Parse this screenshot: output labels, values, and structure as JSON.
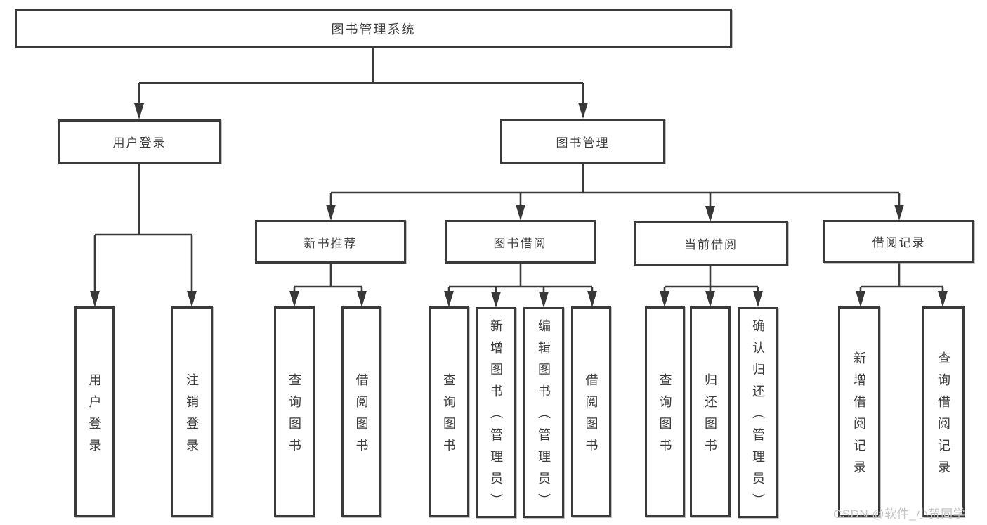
{
  "diagram": {
    "colors": {
      "line": "#3a3a3a",
      "box_border": "#3a3a3a",
      "text": "#3d3d3d",
      "background": "#ffffff",
      "watermark_color": "#c4c4c4"
    },
    "root": {
      "label": "图书管理系统"
    },
    "branches": [
      {
        "label": "用户登录",
        "children": [
          {
            "label": "用户登录"
          },
          {
            "label": "注销登录"
          }
        ]
      },
      {
        "label": "图书管理",
        "children": [
          {
            "label": "新书推荐",
            "children": [
              {
                "label": "查询图书"
              },
              {
                "label": "借阅图书"
              }
            ]
          },
          {
            "label": "图书借阅",
            "children": [
              {
                "label": "查询图书"
              },
              {
                "label": "新增图书（管理员）"
              },
              {
                "label": "编辑图书（管理员）"
              },
              {
                "label": "借阅图书"
              }
            ]
          },
          {
            "label": "当前借阅",
            "children": [
              {
                "label": "查询图书"
              },
              {
                "label": "归还图书"
              },
              {
                "label": "确认归还（管理员）"
              }
            ]
          },
          {
            "label": "借阅记录",
            "children": [
              {
                "label": "新增借阅记录"
              },
              {
                "label": "查询借阅记录"
              }
            ]
          }
        ]
      }
    ]
  },
  "watermark": {
    "text": "CSDN @软件_小贺同学"
  }
}
